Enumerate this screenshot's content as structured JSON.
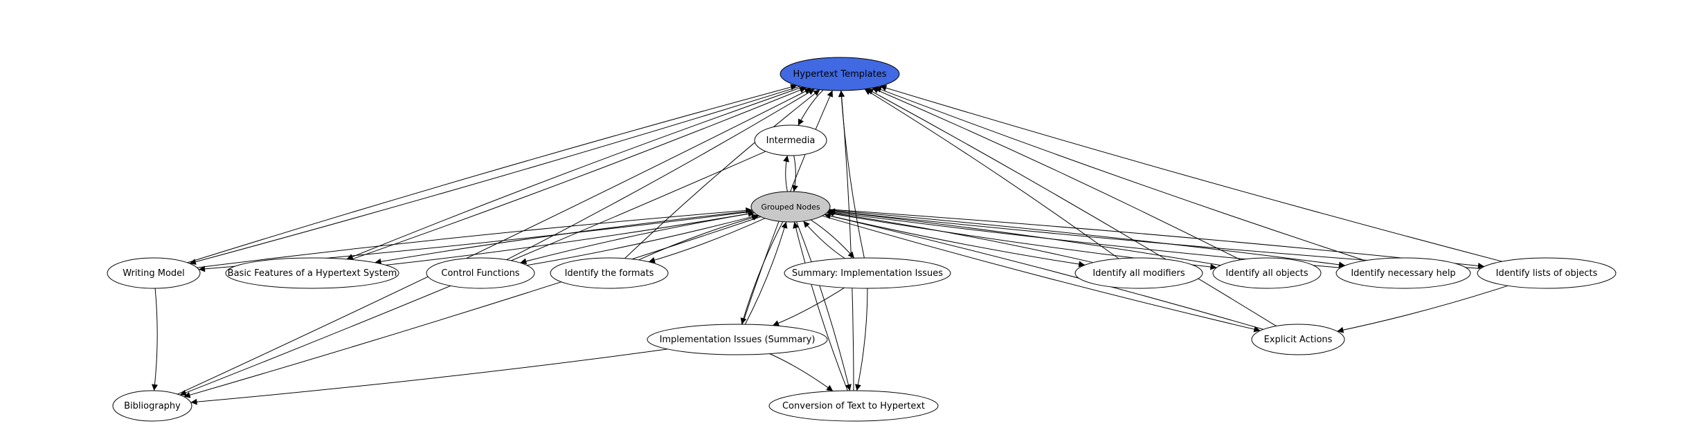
{
  "diagram": {
    "type": "directed-graph",
    "colors": {
      "root_fill": "#4169e1",
      "group_fill": "#c8c8c8",
      "node_fill": "#ffffff",
      "stroke": "#000000"
    },
    "nodes": [
      {
        "id": "ht",
        "label": "Hypertext Templates",
        "style": "root"
      },
      {
        "id": "im",
        "label": "Intermedia",
        "style": "normal"
      },
      {
        "id": "gn",
        "label": "Grouped Nodes",
        "style": "group"
      },
      {
        "id": "wm",
        "label": "Writing Model",
        "style": "normal"
      },
      {
        "id": "bf",
        "label": "Basic Features of a Hypertext System",
        "style": "normal"
      },
      {
        "id": "cf",
        "label": "Control Functions",
        "style": "normal"
      },
      {
        "id": "if",
        "label": "Identify the formats",
        "style": "normal"
      },
      {
        "id": "si",
        "label": "Summary: Implementation Issues",
        "style": "normal"
      },
      {
        "id": "am",
        "label": "Identify all modifiers",
        "style": "normal"
      },
      {
        "id": "ao",
        "label": "Identify all objects",
        "style": "normal"
      },
      {
        "id": "nh",
        "label": "Identify necessary help",
        "style": "normal"
      },
      {
        "id": "lo",
        "label": "Identify lists of objects",
        "style": "normal"
      },
      {
        "id": "ii",
        "label": "Implementation Issues (Summary)",
        "style": "normal"
      },
      {
        "id": "ea",
        "label": "Explicit Actions",
        "style": "normal"
      },
      {
        "id": "bib",
        "label": "Bibliography",
        "style": "normal"
      },
      {
        "id": "ct",
        "label": "Conversion of Text to Hypertext",
        "style": "normal"
      }
    ],
    "edges": [
      {
        "from": "ht",
        "to": "im"
      },
      {
        "from": "im",
        "to": "gn"
      },
      {
        "from": "gn",
        "to": "im"
      },
      {
        "from": "im",
        "to": "bib"
      },
      {
        "from": "wm",
        "to": "ht"
      },
      {
        "from": "ht",
        "to": "wm"
      },
      {
        "from": "bf",
        "to": "ht"
      },
      {
        "from": "ht",
        "to": "bf"
      },
      {
        "from": "cf",
        "to": "ht"
      },
      {
        "from": "if",
        "to": "ht"
      },
      {
        "from": "si",
        "to": "ht"
      },
      {
        "from": "am",
        "to": "ht"
      },
      {
        "from": "ao",
        "to": "ht"
      },
      {
        "from": "nh",
        "to": "ht"
      },
      {
        "from": "lo",
        "to": "ht"
      },
      {
        "from": "bib",
        "to": "ht"
      },
      {
        "from": "ii",
        "to": "ht"
      },
      {
        "from": "ct",
        "to": "ht"
      },
      {
        "from": "ea",
        "to": "ht"
      },
      {
        "from": "wm",
        "to": "gn"
      },
      {
        "from": "gn",
        "to": "wm"
      },
      {
        "from": "bf",
        "to": "gn"
      },
      {
        "from": "gn",
        "to": "bf"
      },
      {
        "from": "cf",
        "to": "gn"
      },
      {
        "from": "gn",
        "to": "cf"
      },
      {
        "from": "if",
        "to": "gn"
      },
      {
        "from": "gn",
        "to": "if"
      },
      {
        "from": "si",
        "to": "gn"
      },
      {
        "from": "gn",
        "to": "si"
      },
      {
        "from": "am",
        "to": "gn"
      },
      {
        "from": "gn",
        "to": "am"
      },
      {
        "from": "ao",
        "to": "gn"
      },
      {
        "from": "gn",
        "to": "ao"
      },
      {
        "from": "nh",
        "to": "gn"
      },
      {
        "from": "gn",
        "to": "nh"
      },
      {
        "from": "lo",
        "to": "gn"
      },
      {
        "from": "gn",
        "to": "lo"
      },
      {
        "from": "ea",
        "to": "gn"
      },
      {
        "from": "gn",
        "to": "ea"
      },
      {
        "from": "gn",
        "to": "ii"
      },
      {
        "from": "ii",
        "to": "gn"
      },
      {
        "from": "gn",
        "to": "ct"
      },
      {
        "from": "ct",
        "to": "gn"
      },
      {
        "from": "gn",
        "to": "bib"
      },
      {
        "from": "wm",
        "to": "bib"
      },
      {
        "from": "si",
        "to": "ii"
      },
      {
        "from": "si",
        "to": "ct"
      },
      {
        "from": "ii",
        "to": "ct"
      },
      {
        "from": "ii",
        "to": "bib"
      },
      {
        "from": "lo",
        "to": "ea"
      }
    ]
  }
}
